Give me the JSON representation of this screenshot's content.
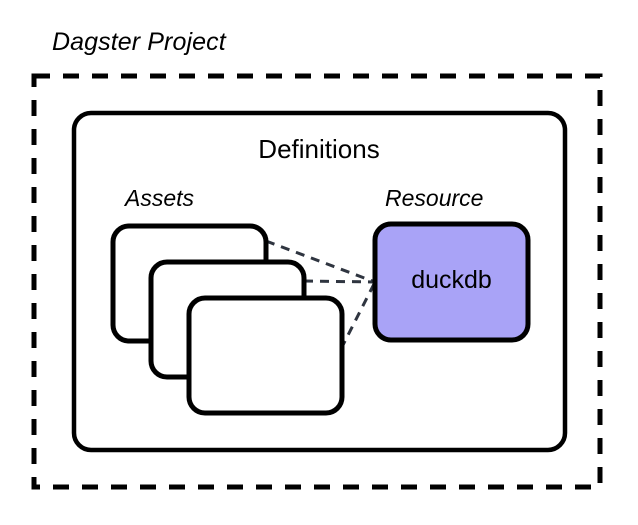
{
  "diagram": {
    "title": "Dagster Project",
    "container": {
      "label": "Definitions"
    },
    "groups": [
      {
        "name": "assets-group",
        "label": "Assets"
      },
      {
        "name": "resource-group",
        "label": "Resource"
      }
    ],
    "assets": {
      "label": "Assets",
      "cards": [
        {
          "name": "asset-card-1",
          "label": ""
        },
        {
          "name": "asset-card-2",
          "label": ""
        },
        {
          "name": "asset-card-3",
          "label": ""
        }
      ]
    },
    "resource": {
      "label": "Resource",
      "node": {
        "name": "duckdb-resource-node",
        "label": "duckdb",
        "fill": "#A9A3F7",
        "stroke": "#000000"
      }
    },
    "connections": [
      {
        "name": "asset-1-to-duckdb",
        "from": "asset-card-1",
        "to": "duckdb-resource-node",
        "style": "dashed"
      },
      {
        "name": "asset-2-to-duckdb",
        "from": "asset-card-2",
        "to": "duckdb-resource-node",
        "style": "dashed"
      },
      {
        "name": "asset-3-to-duckdb",
        "from": "asset-card-3",
        "to": "duckdb-resource-node",
        "style": "dashed"
      }
    ],
    "colors": {
      "background": "#FFFFFF",
      "stroke": "#000000",
      "card_fill": "#FFFFFF",
      "resource_fill": "#A9A3F7",
      "connector": "#2F3540"
    }
  }
}
